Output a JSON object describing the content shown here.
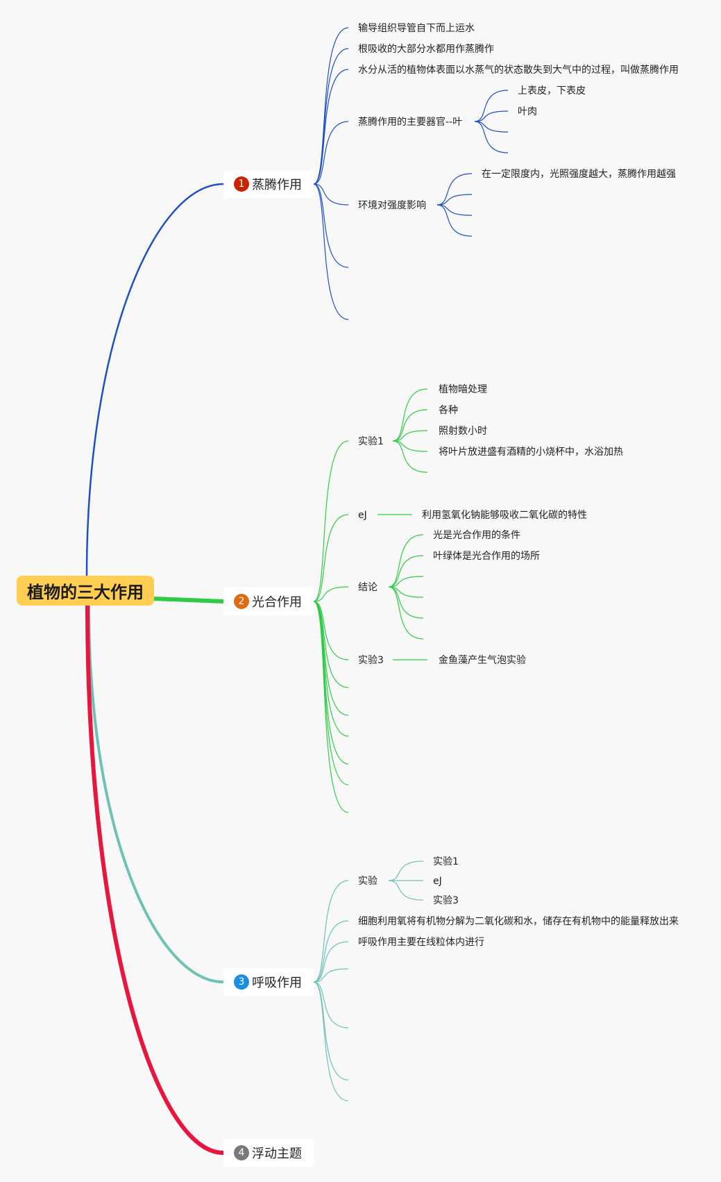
{
  "root": {
    "title": "植物的三大作用"
  },
  "colors": {
    "branch1": "#1f4fc4",
    "branch2": "#2fcb47",
    "branch3": "#6ec2b4",
    "branch4": "#e8163e",
    "badge1": "#cc2200",
    "badge2": "#e06a10",
    "badge3": "#1a8fe0",
    "badge4": "#7a7a7a"
  },
  "branches": [
    {
      "badge": "1",
      "label": "蒸腾作用",
      "children": [
        {
          "text": "输导组织导管自下而上运水"
        },
        {
          "text": "根吸收的大部分水都用作蒸腾作"
        },
        {
          "text": "水分从活的植物体表面以水蒸气的状态散失到大气中的过程，叫做蒸腾作用"
        },
        {
          "text": "蒸腾作用的主要器官--叶",
          "children": [
            "上表皮，下表皮",
            "叶肉"
          ]
        },
        {
          "text": "环境对强度影响",
          "children": [
            "在一定限度内，光照强度越大，蒸腾作用越强"
          ]
        }
      ]
    },
    {
      "badge": "2",
      "label": "光合作用",
      "children": [
        {
          "text": "实验1",
          "children": [
            "植物暗处理",
            "各种",
            "照射数小时",
            "将叶片放进盛有酒精的小烧杯中，水浴加热"
          ]
        },
        {
          "text": "eJ",
          "children": [
            "利用氢氧化钠能够吸收二氧化碳的特性"
          ]
        },
        {
          "text": "结论",
          "children": [
            "光是光合作用的条件",
            "叶绿体是光合作用的场所"
          ]
        },
        {
          "text": "实验3",
          "children": [
            "金鱼藻产生气泡实验"
          ]
        }
      ]
    },
    {
      "badge": "3",
      "label": "呼吸作用",
      "children": [
        {
          "text": "实验",
          "children": [
            "实验1",
            "eJ",
            "实验3"
          ]
        },
        {
          "text": "细胞利用氧将有机物分解为二氧化碳和水，储存在有机物中的能量释放出来"
        },
        {
          "text": "呼吸作用主要在线粒体内进行"
        }
      ]
    },
    {
      "badge": "4",
      "label": "浮动主题",
      "children": []
    }
  ]
}
